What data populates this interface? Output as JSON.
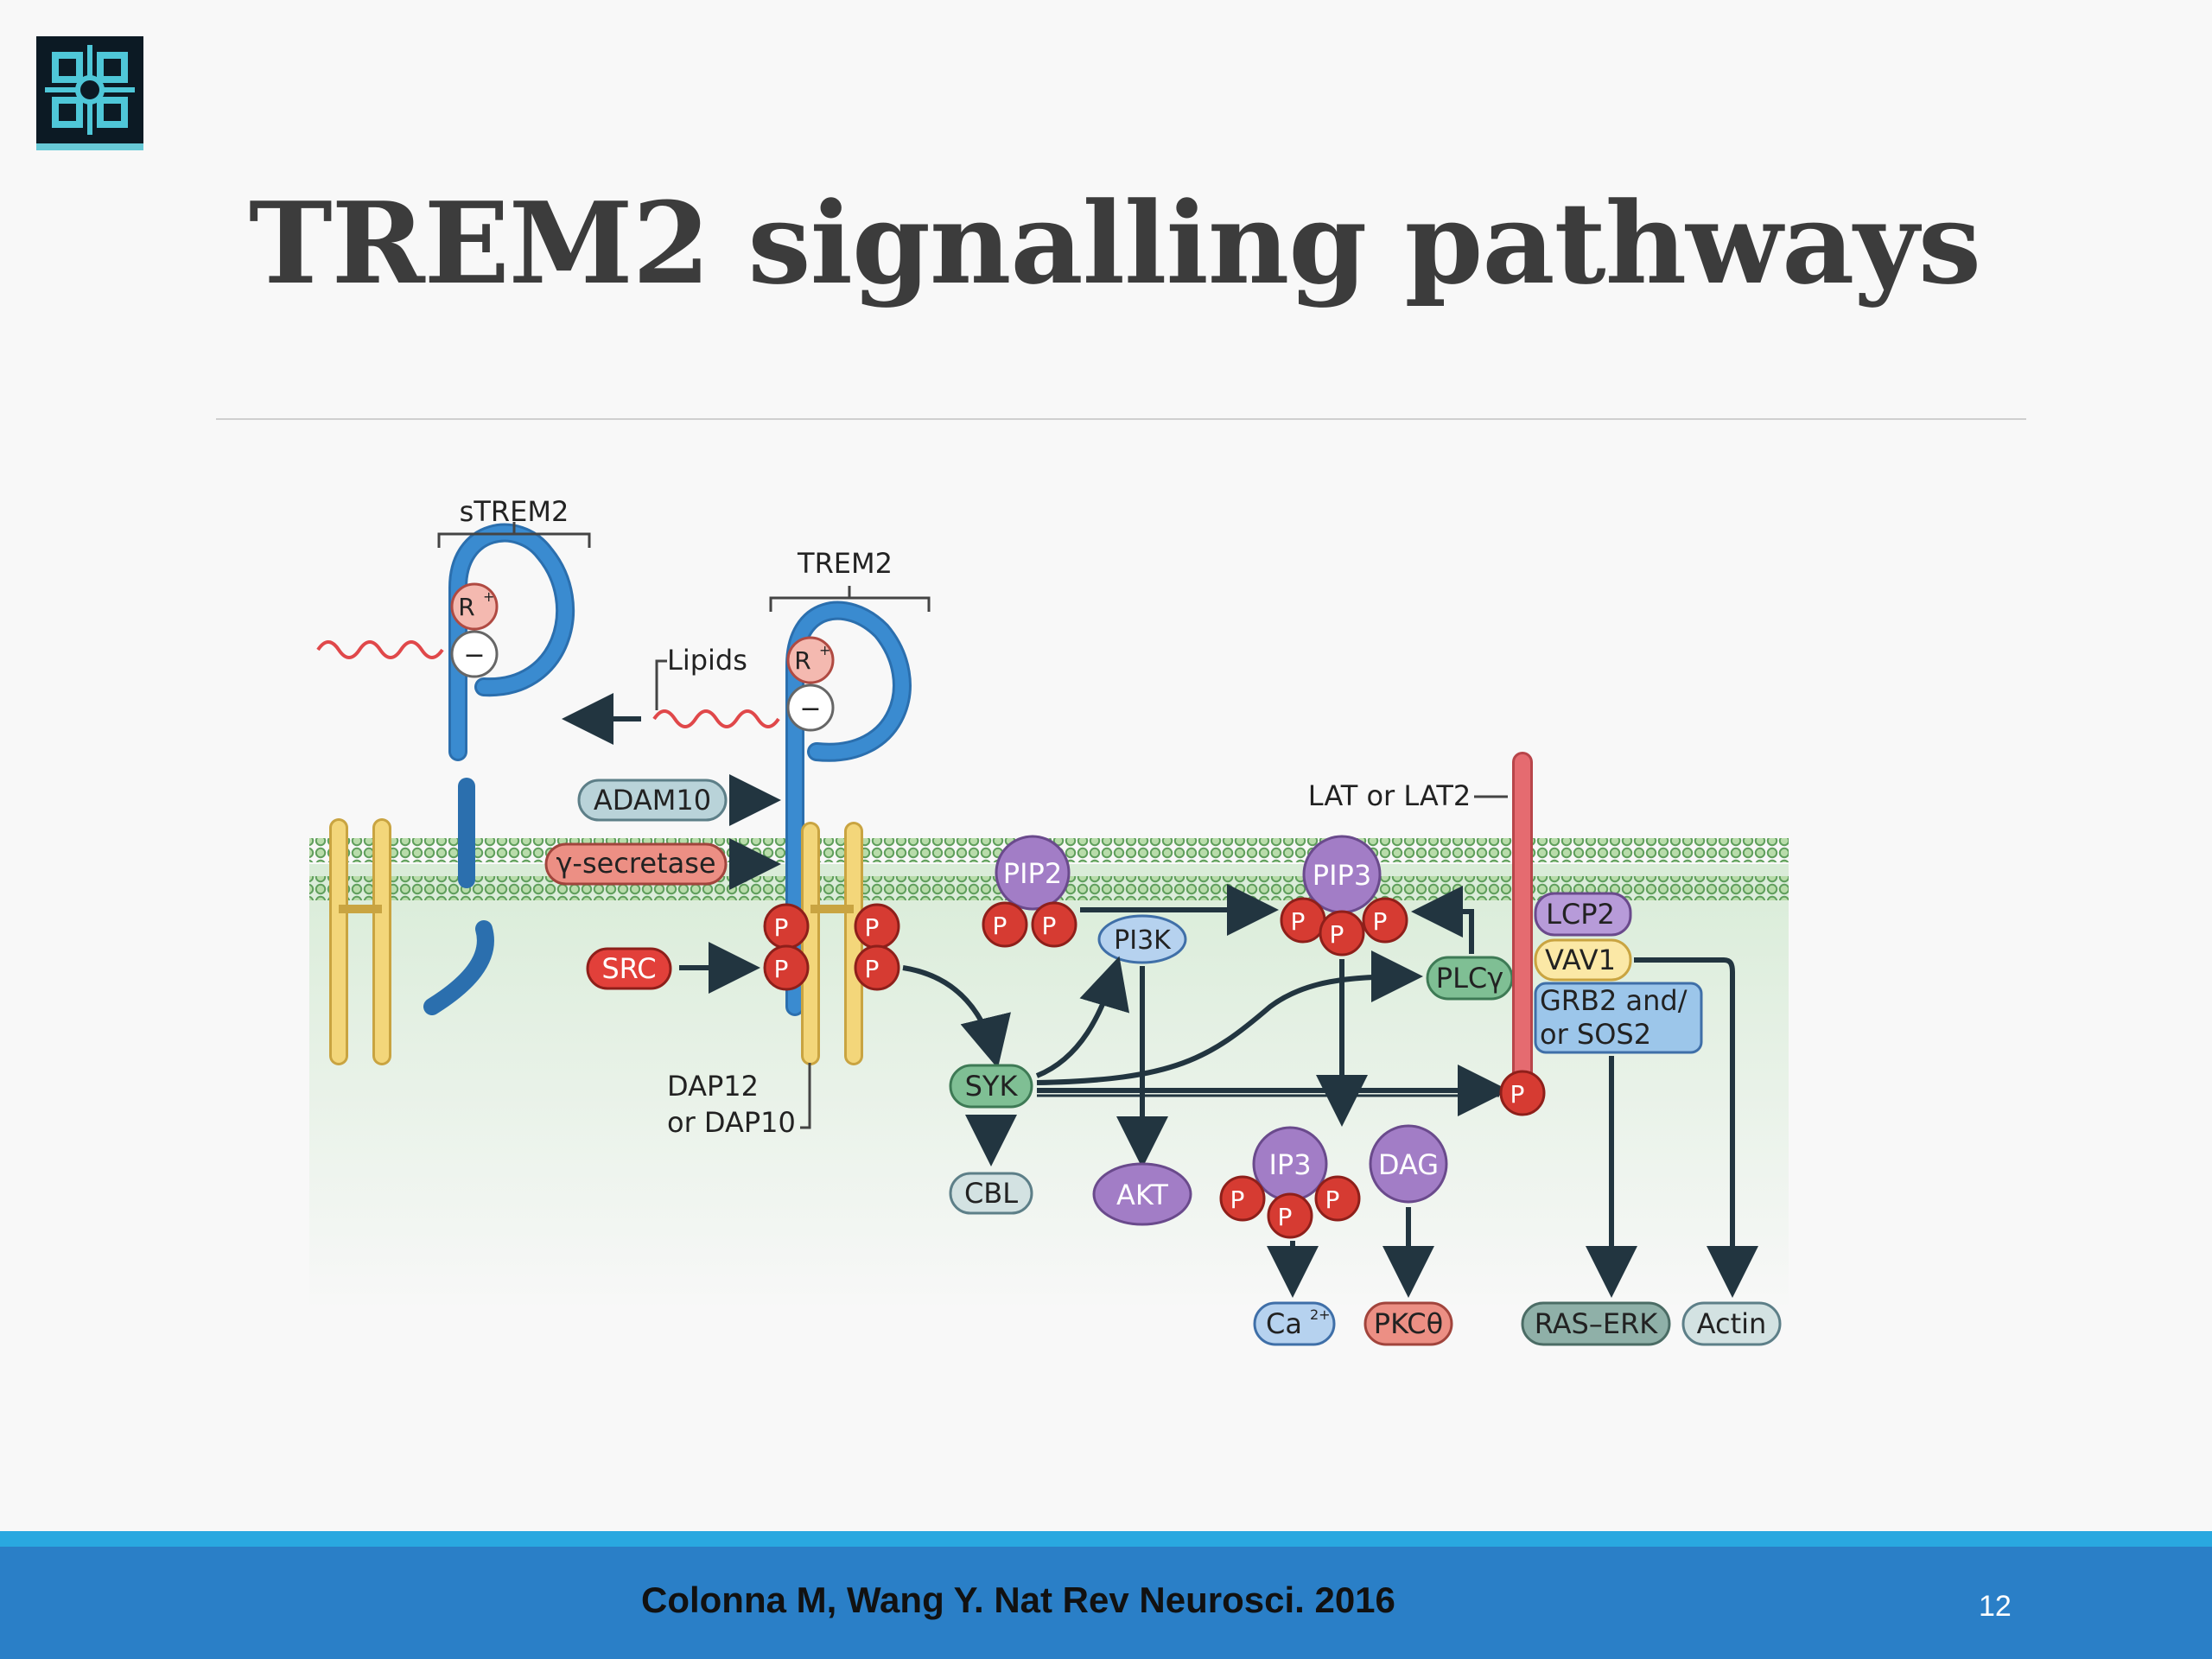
{
  "slide": {
    "title": "TREM2 signalling pathways",
    "citation": "Colonna M, Wang Y. Nat Rev Neurosci. 2016",
    "page_number": "12"
  },
  "diagram": {
    "labels": {
      "strem2": "sTREM2",
      "trem2": "TREM2",
      "lipids": "Lipids",
      "adam10": "ADAM10",
      "gamma_secretase": "γ-secretase",
      "src": "SRC",
      "dap": "DAP12",
      "dap_or": "or DAP10",
      "syk": "SYK",
      "cbl": "CBL",
      "pip2": "PIP2",
      "pi3k": "PI3K",
      "akt": "AKT",
      "pip3": "PIP3",
      "plcg": "PLCγ",
      "ip3": "IP3",
      "dag": "DAG",
      "ca": "Ca",
      "ca_sup": "2+",
      "pkc": "PKCθ",
      "lat": "LAT or LAT2",
      "lcp2": "LCP2",
      "vav1": "VAV1",
      "grb2_line1": "GRB2 and/",
      "grb2_line2": "or SOS2",
      "ras_erk": "RAS–ERK",
      "actin": "Actin",
      "r_plus": "R",
      "plus": "+",
      "minus": "−",
      "p": "P"
    }
  },
  "colors": {
    "receptor_blue": "#2f7fc3",
    "dap_yellow": "#f3d67a",
    "phospho_red": "#d63b32",
    "lipid_purple": "#a27dc6",
    "lat_pink": "#e56b70",
    "green_node": "#7fbf94",
    "footer_blue": "#2a7fc7",
    "footer_strip": "#29a8e0"
  },
  "icons": {
    "logo": "school-crest-logo"
  }
}
